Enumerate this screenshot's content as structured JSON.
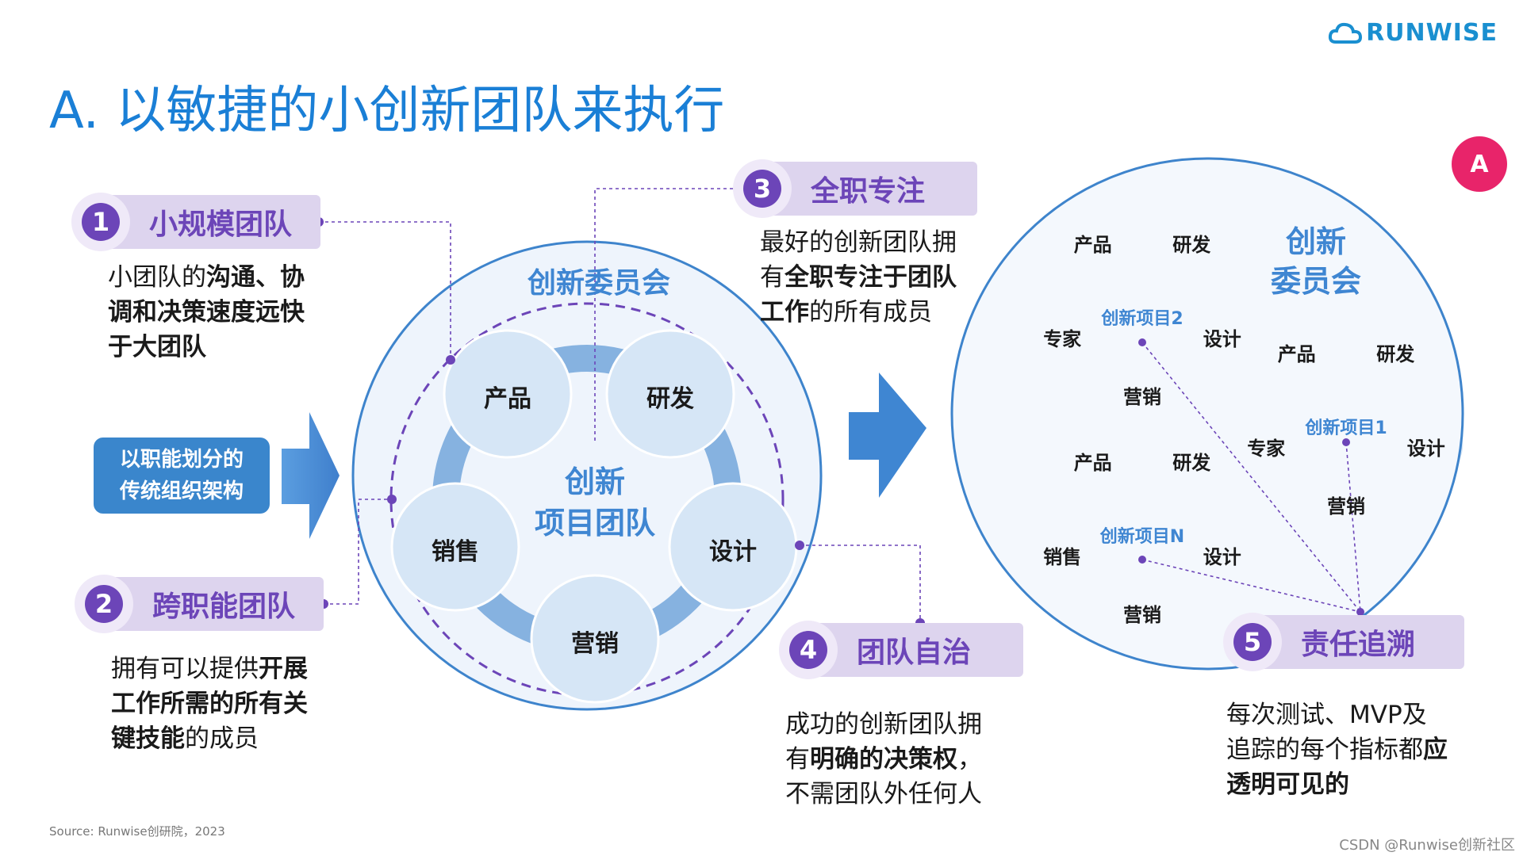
{
  "title": "A. 以敏捷的小创新团队来执行",
  "logo": {
    "text": "RUNWISE",
    "icon": "cloud-logo-icon"
  },
  "badge": "A",
  "traditional": {
    "line1": "以职能划分的",
    "line2": "传统组织架构"
  },
  "left_circle": {
    "outer_label": "创新委员会",
    "center_line1": "创新",
    "center_line2": "项目团队",
    "nodes": [
      "产品",
      "研发",
      "设计",
      "营销",
      "销售"
    ]
  },
  "points": [
    {
      "num": "1",
      "label": "小规模团队",
      "desc_parts": [
        [
          "小团队的",
          false
        ],
        [
          "沟通、协调和决策速度远快于大团队",
          true
        ]
      ]
    },
    {
      "num": "2",
      "label": "跨职能团队",
      "desc_parts": [
        [
          "拥有可以提供",
          false
        ],
        [
          "开展工作所需的所有关键技能",
          true
        ],
        [
          "的成员",
          false
        ]
      ]
    },
    {
      "num": "3",
      "label": "全职专注",
      "desc_parts": [
        [
          "最好的创新团队拥有",
          false
        ],
        [
          "全职专注于团队工作",
          true
        ],
        [
          "的所有成员",
          false
        ]
      ]
    },
    {
      "num": "4",
      "label": "团队自治",
      "desc_parts": [
        [
          "成功的创新团队拥有",
          false
        ],
        [
          "明确的决策权",
          true
        ],
        [
          "，不需团队外任何人",
          false
        ]
      ]
    },
    {
      "num": "5",
      "label": "责任追溯",
      "desc_parts": [
        [
          "每次测试、MVP及追踪的每个指标都",
          false
        ],
        [
          "应透明可见的",
          true
        ]
      ]
    }
  ],
  "right_circle": {
    "committee_line1": "创新",
    "committee_line2": "委员会",
    "projects": [
      {
        "name": "创新项目2",
        "nodes": [
          "产品",
          "研发",
          "设计",
          "营销",
          "专家"
        ]
      },
      {
        "name": "创新项目1",
        "nodes": [
          "产品",
          "研发",
          "设计",
          "营销",
          "专家"
        ]
      },
      {
        "name": "创新项目N",
        "nodes": [
          "产品",
          "研发",
          "设计",
          "营销",
          "销售"
        ]
      }
    ]
  },
  "footer": "Source: Runwise创研院，2023",
  "watermark": "CSDN @Runwise创新社区",
  "colors": {
    "accent": "#1a7fd6",
    "purple": "#6c45b8",
    "tag_bg": "#ddd4ee",
    "node": "#d6e6f6",
    "ring": "#86b2e0",
    "badge": "#e8246a"
  }
}
